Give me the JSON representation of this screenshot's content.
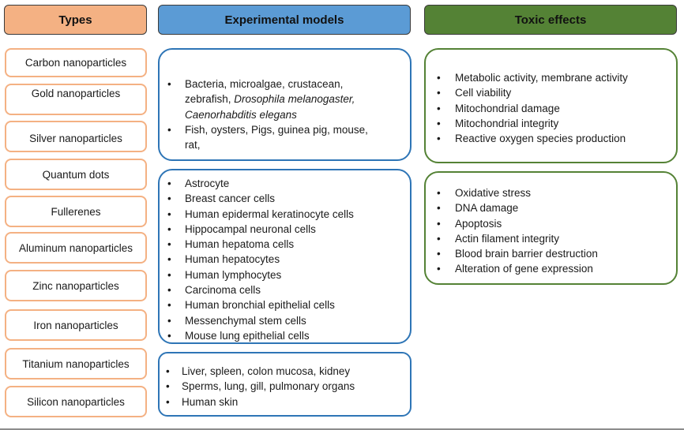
{
  "headers": {
    "types": "Types",
    "models": "Experimental models",
    "toxic": "Toxic effects"
  },
  "colors": {
    "types_accent": "#f4b183",
    "models_accent": "#5b9bd5",
    "models_border": "#2e75b6",
    "toxic_accent": "#548235"
  },
  "types": [
    "Carbon nanoparticles",
    "Gold nanoparticles",
    "Silver nanoparticles",
    "Quantum dots",
    "Fullerenes",
    "Aluminum nanoparticles",
    "Zinc nanoparticles",
    "Iron nanoparticles",
    "Titanium nanoparticles",
    "Silicon nanoparticles"
  ],
  "models": {
    "organisms": {
      "item1_plain": "Bacteria, microalgae, crustacean, zebrafish, ",
      "item1_italic": "Drosophila melanogaster, Caenorhabditis elegans",
      "item2": "Fish, oysters, Pigs, guinea pig, mouse, rat,"
    },
    "cells": [
      "Astrocyte",
      "Breast cancer cells",
      "Human epidermal keratinocyte cells",
      "Hippocampal neuronal cells",
      "Human hepatoma cells",
      "Human hepatocytes",
      "Human lymphocytes",
      "Carcinoma cells",
      "Human bronchial epithelial cells",
      "Messenchymal stem cells",
      "Mouse lung epithelial cells"
    ],
    "tissues": [
      "Liver, spleen, colon mucosa, kidney",
      "Sperms, lung, gill, pulmonary organs",
      "Human skin"
    ]
  },
  "toxic": {
    "group1": [
      "Metabolic activity, membrane activity",
      "Cell viability",
      "Mitochondrial damage",
      "Mitochondrial integrity",
      "Reactive oxygen species production"
    ],
    "group2": [
      "Oxidative stress",
      "DNA damage",
      "Apoptosis",
      "Actin filament integrity",
      "Blood brain barrier destruction",
      "Alteration of gene expression"
    ]
  },
  "bullet": "•"
}
